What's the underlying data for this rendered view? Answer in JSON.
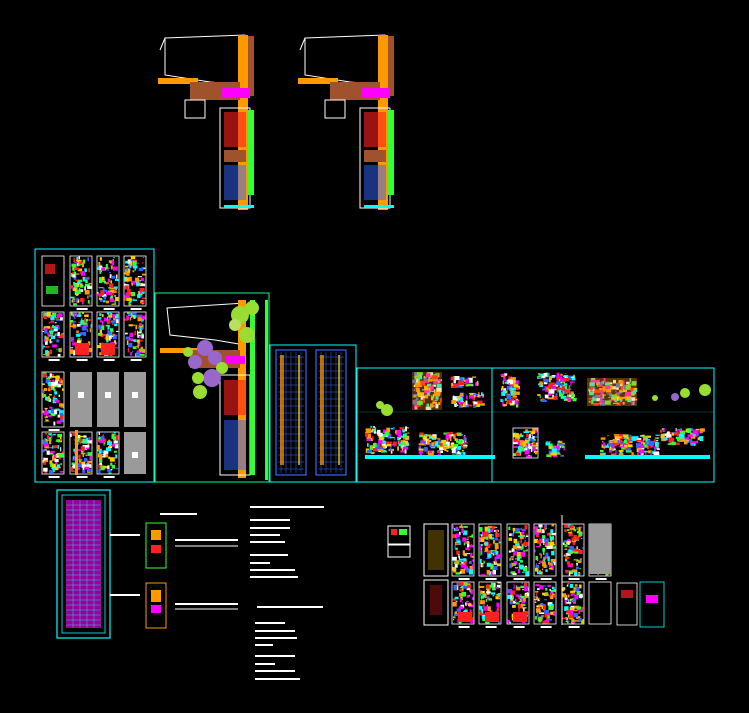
{
  "canvas": {
    "background": "#000000"
  },
  "palette": {
    "frame": "#00ffff",
    "frame_alt": "#00ff7f",
    "outline": "#ffffff",
    "wall_orange": "#ff9900",
    "wall_yellow": "#ffcc00",
    "brown": "#a0522d",
    "magenta": "#ff00ff",
    "red": "#ff2020",
    "green": "#33ff33",
    "blue": "#3366ff",
    "tree_green": "#99dd33",
    "tree_purple": "#9966cc",
    "grey": "#9a9a9a",
    "olive": "#b8a840",
    "dark_teal": "#004444"
  },
  "sheets": [
    {
      "id": "site-plan-1",
      "kind": "site-plan"
    },
    {
      "id": "site-plan-2",
      "kind": "site-plan"
    },
    {
      "id": "floor-plans-sheet",
      "kind": "floor-plans"
    },
    {
      "id": "landscape-plan",
      "kind": "site-plan-landscaped"
    },
    {
      "id": "structural-plans",
      "kind": "structural"
    },
    {
      "id": "elevations-sections",
      "kind": "elevations"
    },
    {
      "id": "detail-sheet",
      "kind": "details"
    },
    {
      "id": "plans-row-bottom",
      "kind": "floor-plans"
    }
  ]
}
